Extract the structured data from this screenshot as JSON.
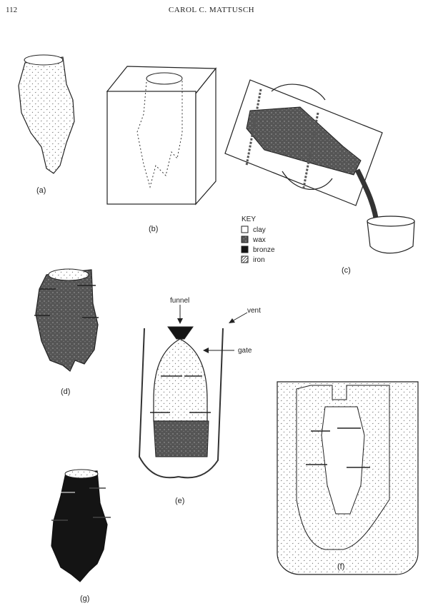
{
  "header": {
    "page_number": "112",
    "running_head": "CAROL C. MATTUSCH"
  },
  "figure": {
    "panels": {
      "a": "(a)",
      "b": "(b)",
      "c": "(c)",
      "d": "(d)",
      "e": "(e)",
      "f": "(f)",
      "g": "(g)"
    },
    "key": {
      "title": "KEY",
      "items": [
        "clay",
        "wax",
        "bronze",
        "iron"
      ]
    },
    "callouts": {
      "funnel": "funnel",
      "vent": "vent",
      "gate": "gate"
    }
  },
  "colors": {
    "ink": "#222222",
    "wax": "#5a5a5a",
    "bronze": "#141414",
    "clay": "#ffffff"
  }
}
